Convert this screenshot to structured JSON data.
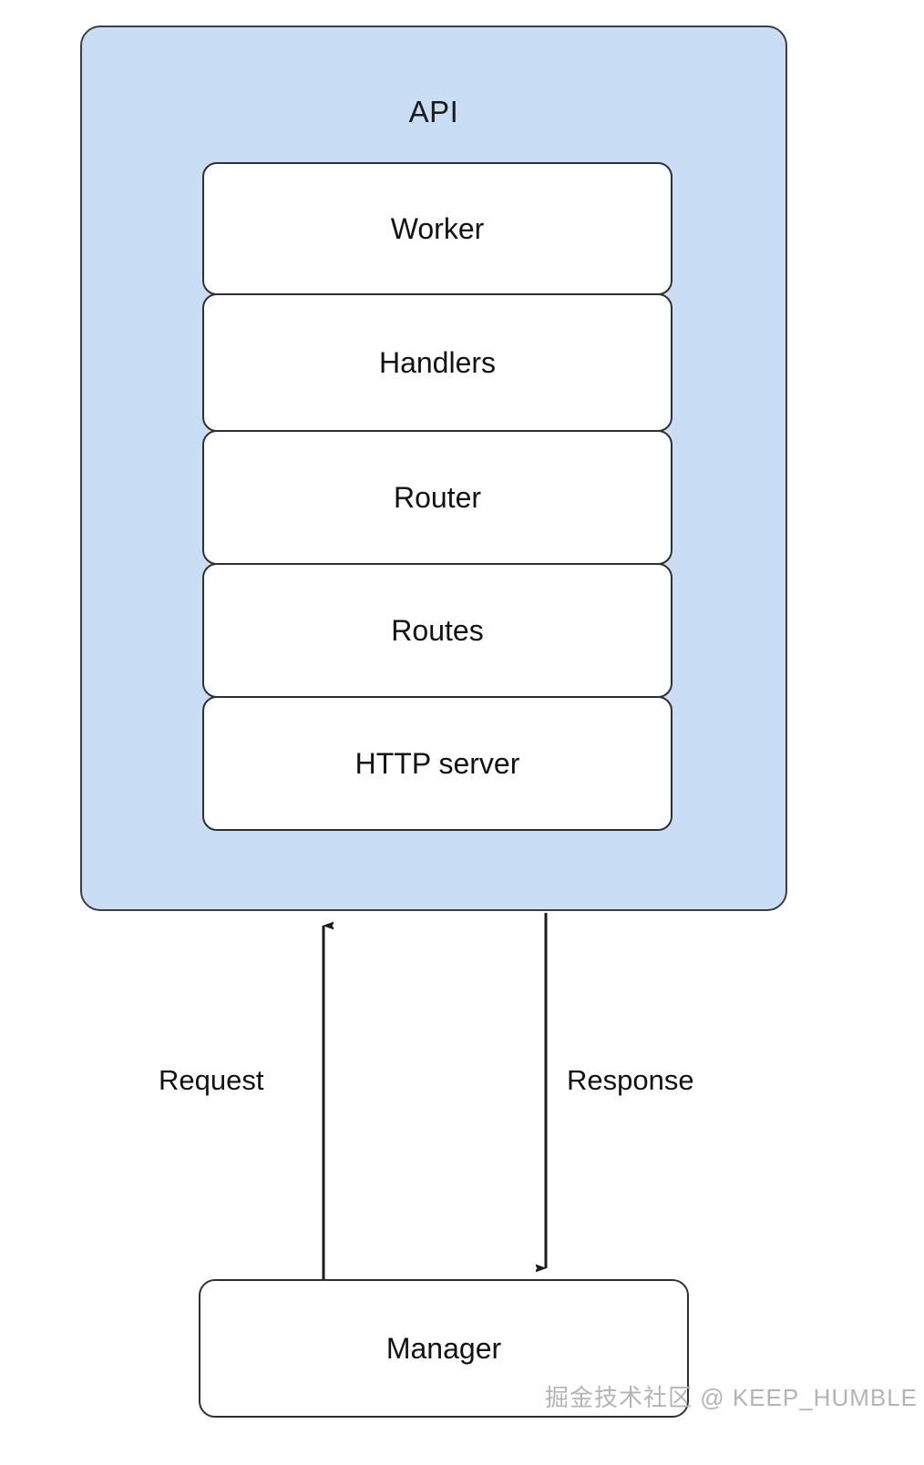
{
  "diagram": {
    "title": "API",
    "container_fill": "#c9def5",
    "container_stroke": "#3b3f42",
    "box_fill": "#ffffff",
    "box_stroke": "#2e3134",
    "layers": [
      {
        "label": "Worker"
      },
      {
        "label": "Handlers"
      },
      {
        "label": "Router"
      },
      {
        "label": "Routes"
      },
      {
        "label": "HTTP server"
      }
    ],
    "external_nodes": [
      {
        "label": "Manager"
      }
    ],
    "edges": [
      {
        "label": "Request",
        "from": "Manager",
        "to": "API",
        "direction": "up"
      },
      {
        "label": "Response",
        "from": "API",
        "to": "Manager",
        "direction": "down"
      }
    ]
  },
  "watermark": {
    "text": "掘金技术社区 @ KEEP_HUMBLE",
    "color": "#b4b4b4"
  }
}
